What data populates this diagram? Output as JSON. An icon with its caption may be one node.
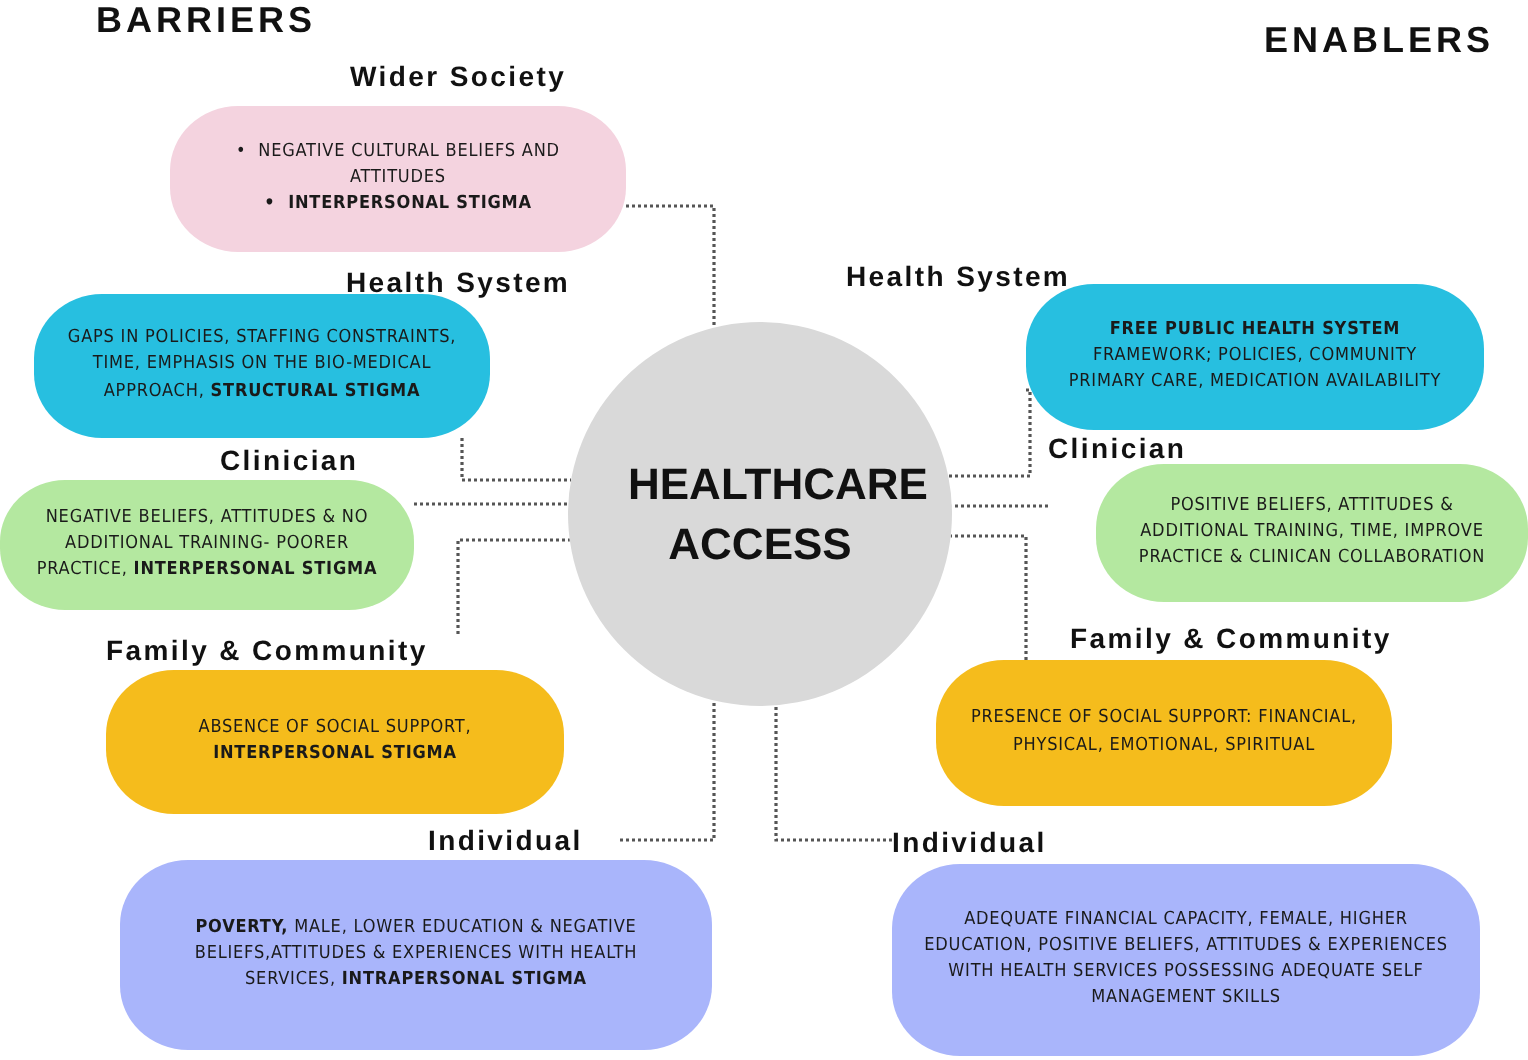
{
  "diagram": {
    "nodes": [
      {
        "text": [
          "HEALTHCARE ACCESS"
        ]
      },
      {
        "text": [
          "Wider Society",
          "•  NEGATIVE CULTURAL BELIEFS AND ATTITUDES",
          "•  INTERPERSONAL STIGMA"
        ]
      },
      {
        "text": [
          "Health System",
          "GAPS IN POLICIES, STAFFING CONSTRAINTS, TIME, EMPHASIS ON THE BIO-MEDICAL APPROACH, **STRUCTURAL STIGMA**"
        ]
      },
      {
        "text": [
          "Clinician",
          "NEGATIVE BELIEFS, ATTITUDES & NO ADDITIONAL TRAINING- POORER PRACTICE, **INTERPERSONAL STIGMA**"
        ]
      },
      {
        "text": [
          "Family & Community",
          "ABSENCE  OF SOCIAL SUPPORT, **INTERPERSONAL STIGMA**"
        ]
      },
      {
        "text": [
          "Individual",
          "**POVERTY,** MALE, LOWER EDUCATION & NEGATIVE BELIEFS,ATTITUDES & EXPERIENCES WITH HEALTH SERVICES, **INTRAPERSONAL STIGMA**"
        ]
      },
      {
        "text": [
          "Health System",
          "**FREE PUBLIC HEALTH SYSTEM** FRAMEWORK; POLICIES, COMMUNITY PRIMARY CARE, MEDICATION AVAILABILITY"
        ]
      },
      {
        "text": [
          "Clinician",
          "POSITIVE BELIEFS, ATTITUDES & ADDITIONAL TRAINING, TIME, IMPROVE PRACTICE & CLINICAN COLLABORATION"
        ]
      },
      {
        "text": [
          "Family & Community",
          "PRESENCE OF SOCIAL SUPPORT: FINANCIAL, PHYSICAL, EMOTIONAL, SPIRITUAL"
        ]
      },
      {
        "text": [
          "Individual",
          "ADEQUATE FINANCIAL CAPACITY, FEMALE, HIGHER EDUCATION, POSITIVE BELIEFS, ATTITUDES & EXPERIENCES WITH HEALTH SERVICES  POSSESSING ADEQUATE SELF MANAGEMENT SKILLS"
        ]
      }
    ],
    "edges": [
      {
        "from": 1,
        "to": 0,
        "arrow": "none"
      },
      {
        "from": 2,
        "to": 0,
        "arrow": "none"
      },
      {
        "from": 3,
        "to": 0,
        "arrow": "none"
      },
      {
        "from": 4,
        "to": 0,
        "arrow": "none"
      },
      {
        "from": 5,
        "to": 0,
        "arrow": "none"
      },
      {
        "from": 6,
        "to": 0,
        "arrow": "none"
      },
      {
        "from": 7,
        "to": 0,
        "arrow": "none"
      },
      {
        "from": 8,
        "to": 0,
        "arrow": "none"
      },
      {
        "from": 9,
        "to": 0,
        "arrow": "none"
      }
    ],
    "labels": [
      "BARRIERS",
      "ENABLERS"
    ]
  }
}
